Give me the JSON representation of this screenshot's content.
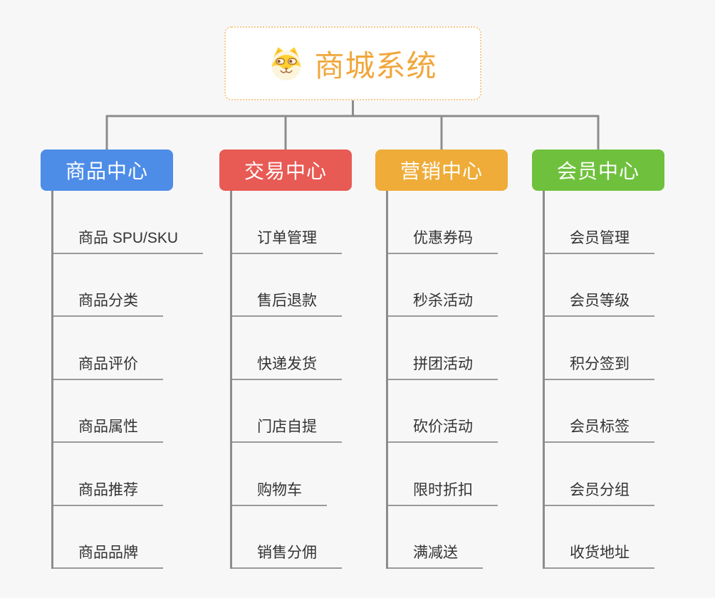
{
  "root": {
    "title": "商城系统",
    "icon": "dog-face-icon"
  },
  "colors": {
    "root_text": "#f0a73c",
    "root_border": "#f6c98e",
    "connector_gray": "#8c8c8c",
    "item_text": "#333333",
    "background": "#f7f7f7"
  },
  "branches": [
    {
      "label": "商品中心",
      "color": "#4d8de8",
      "items": [
        "商品 SPU/SKU",
        "商品分类",
        "商品评价",
        "商品属性",
        "商品推荐",
        "商品品牌"
      ]
    },
    {
      "label": "交易中心",
      "color": "#e85a54",
      "items": [
        "订单管理",
        "售后退款",
        "快递发货",
        "门店自提",
        "购物车",
        "销售分佣"
      ]
    },
    {
      "label": "营销中心",
      "color": "#efac38",
      "items": [
        "优惠券码",
        "秒杀活动",
        "拼团活动",
        "砍价活动",
        "限时折扣",
        "满减送"
      ]
    },
    {
      "label": "会员中心",
      "color": "#6fc13d",
      "items": [
        "会员管理",
        "会员等级",
        "积分签到",
        "会员标签",
        "会员分组",
        "收货地址"
      ]
    }
  ]
}
